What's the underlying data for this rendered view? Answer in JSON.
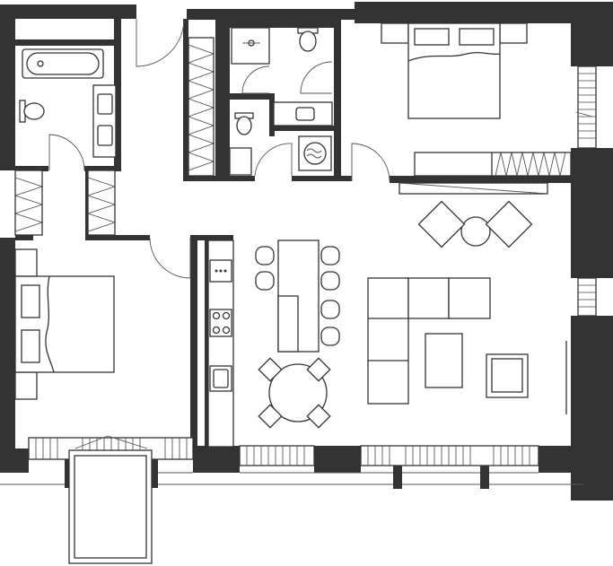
{
  "floor_plan": {
    "rooms": [
      "bathroom",
      "wc",
      "utility",
      "bedroom-master",
      "bedroom-second",
      "kitchen",
      "living-dining",
      "balcony"
    ],
    "colors": {
      "wall": "#333333",
      "line": "#333333",
      "background": "#ffffff"
    }
  }
}
